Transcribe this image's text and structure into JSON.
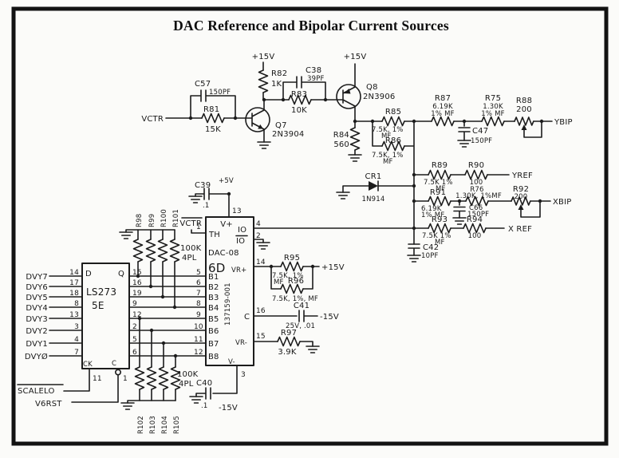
{
  "title": "DAC Reference and Bipolar Current Sources",
  "power": {
    "plus15": "+15V",
    "plus5": "+5V",
    "minus15": "-15V"
  },
  "nets": {
    "vctr": "VCTR",
    "ybip": "YBIP",
    "yref": "YREF",
    "xbip": "XBIP",
    "xref": "X REF",
    "scalelo": "SCALELO",
    "v6rst": "V6RST"
  },
  "bus_inputs": [
    "DVY7",
    "DVY6",
    "DVY5",
    "DVY4",
    "DVY3",
    "DVY2",
    "DVY1",
    "DVYØ"
  ],
  "ls273": {
    "name": "LS273",
    "location": "5E",
    "d": "D",
    "q": "Q",
    "ck": "CK",
    "clr": "C",
    "clk_pin": "11",
    "clr_pin": "1",
    "input_pins": [
      "14",
      "17",
      "18",
      "8",
      "13",
      "3",
      "4",
      "7"
    ],
    "output_pins": [
      "15",
      "16",
      "19",
      "9",
      "12",
      "2",
      "5",
      "6"
    ]
  },
  "dac": {
    "name": "DAC-08",
    "location": "6D",
    "part_number": "137159-001",
    "pins": {
      "vplus": {
        "label": "V+",
        "num": "13"
      },
      "th": {
        "label": "TH",
        "num": "1"
      },
      "io": {
        "label": "IO",
        "num": "4"
      },
      "io_bar": {
        "label": "IO",
        "num": "2"
      },
      "vrplus": {
        "label": "VR+",
        "num": "14"
      },
      "comp": {
        "label": "C",
        "num": "16"
      },
      "vrminus": {
        "label": "VR-",
        "num": "15"
      },
      "vminus": {
        "label": "V-",
        "num": "3"
      }
    },
    "bits": [
      {
        "label": "B1",
        "pin": "5"
      },
      {
        "label": "B2",
        "pin": "6"
      },
      {
        "label": "B3",
        "pin": "7"
      },
      {
        "label": "B4",
        "pin": "8"
      },
      {
        "label": "B5",
        "pin": "9"
      },
      {
        "label": "B6",
        "pin": "10"
      },
      {
        "label": "B7",
        "pin": "11"
      },
      {
        "label": "B8",
        "pin": "12"
      }
    ]
  },
  "components": {
    "c57": {
      "ref": "C57",
      "val": "150PF"
    },
    "r81": {
      "ref": "R81",
      "val": "15K"
    },
    "q7": {
      "ref": "Q7",
      "val": "2N3904"
    },
    "r82": {
      "ref": "R82",
      "val": "1K"
    },
    "c38": {
      "ref": "C38",
      "val": "39PF"
    },
    "r83": {
      "ref": "R83",
      "val": "10K"
    },
    "q8": {
      "ref": "Q8",
      "val": "2N3906"
    },
    "r84": {
      "ref": "R84",
      "val": "560"
    },
    "r85": {
      "ref": "R85",
      "val": "7.5K, 1%",
      "val2": "MF"
    },
    "r86": {
      "ref": "R86",
      "val": "7.5K, 1%",
      "val2": "MF"
    },
    "r87": {
      "ref": "R87",
      "val": "6.19K",
      "val2": "1% MF"
    },
    "r75": {
      "ref": "R75",
      "val": "1.30K",
      "val2": "1% MF"
    },
    "r88": {
      "ref": "R88",
      "val": "200"
    },
    "c47": {
      "ref": "C47",
      "val": "150PF"
    },
    "cr1": {
      "ref": "CR1",
      "val": "1N914"
    },
    "r89": {
      "ref": "R89",
      "val": "7.5K 1%",
      "val2": "MF"
    },
    "r90": {
      "ref": "R90",
      "val": "100"
    },
    "r91": {
      "ref": "R91",
      "val": "6.19K",
      "val2": "1% MF"
    },
    "r76": {
      "ref": "R76",
      "val": "1.30K, 1%MF"
    },
    "c66": {
      "ref": "C66",
      "val": "150PF"
    },
    "r92": {
      "ref": "R92",
      "val": "200"
    },
    "r93": {
      "ref": "R93",
      "val": "7.5K 1%",
      "val2": "MF"
    },
    "r94": {
      "ref": "R94",
      "val": "100"
    },
    "c42": {
      "ref": "C42",
      "val": "10PF"
    },
    "c39": {
      "ref": "C39",
      "val": ".1"
    },
    "r95": {
      "ref": "R95",
      "val": "7.5K, 1%",
      "val2": "MF"
    },
    "r96": {
      "ref": "R96",
      "val": "7.5K, 1%, MF"
    },
    "c41": {
      "ref": "C41",
      "val": "25V, .01"
    },
    "r97": {
      "ref": "R97",
      "val": "3.9K"
    },
    "c40": {
      "ref": "C40",
      "val": ".1"
    },
    "r98": {
      "ref": "R98"
    },
    "r99": {
      "ref": "R99"
    },
    "r100": {
      "ref": "R100"
    },
    "r101": {
      "ref": "R101"
    },
    "r102": {
      "ref": "R102"
    },
    "r103": {
      "ref": "R103"
    },
    "r104": {
      "ref": "R104"
    },
    "r105": {
      "ref": "R105"
    },
    "rpack_top": {
      "val": "100K",
      "val2": "4PL"
    },
    "rpack_bottom": {
      "val": "100K",
      "val2": "4PL"
    }
  }
}
